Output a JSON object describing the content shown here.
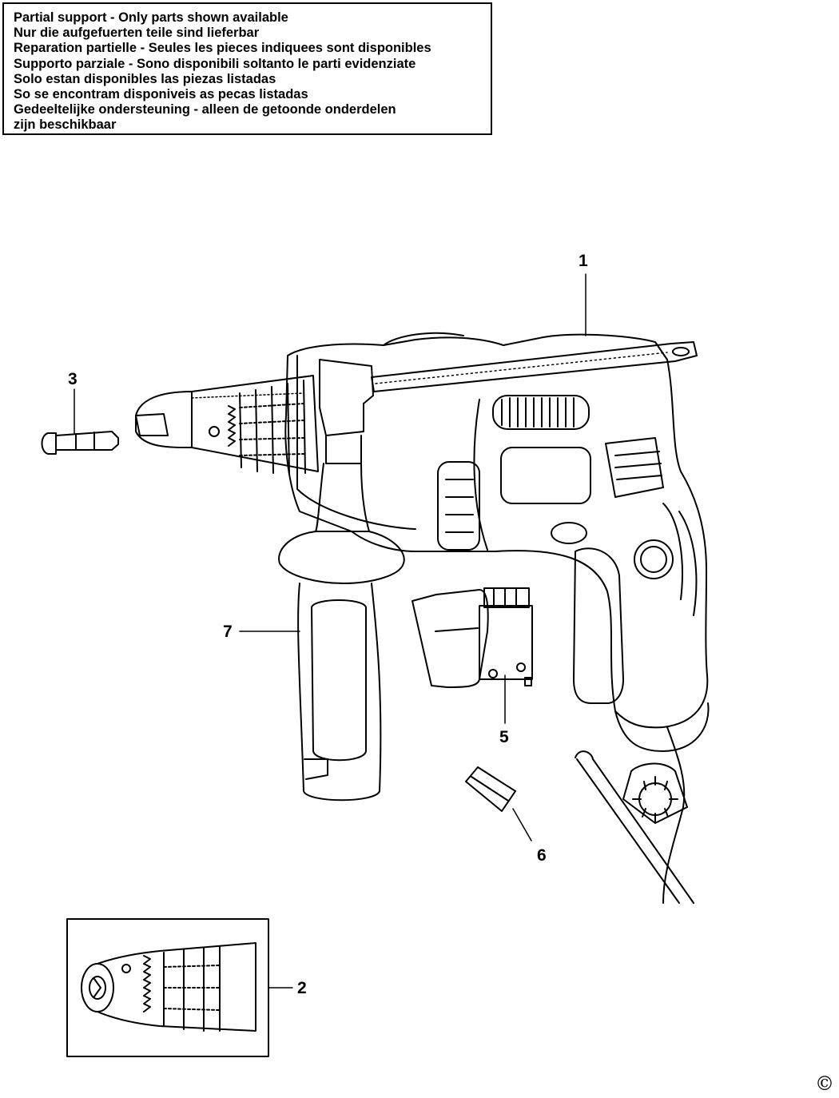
{
  "notice": {
    "lines": [
      "Partial support - Only parts shown available",
      "Nur die aufgefuerten teile sind lieferbar",
      "Reparation partielle - Seules les pieces indiquees sont disponibles",
      "Supporto parziale - Sono disponibili soltanto le parti evidenziate",
      "Solo estan disponibles las piezas listadas",
      "So se encontram disponiveis as pecas listadas",
      "Gedeeltelijke ondersteuning - alleen de getoonde onderdelen",
      "zijn beschikbaar"
    ]
  },
  "callouts": {
    "part1": "1",
    "part2": "2",
    "part3": "3",
    "part5": "5",
    "part6": "6",
    "part7": "7"
  },
  "copyright_symbol": "©"
}
